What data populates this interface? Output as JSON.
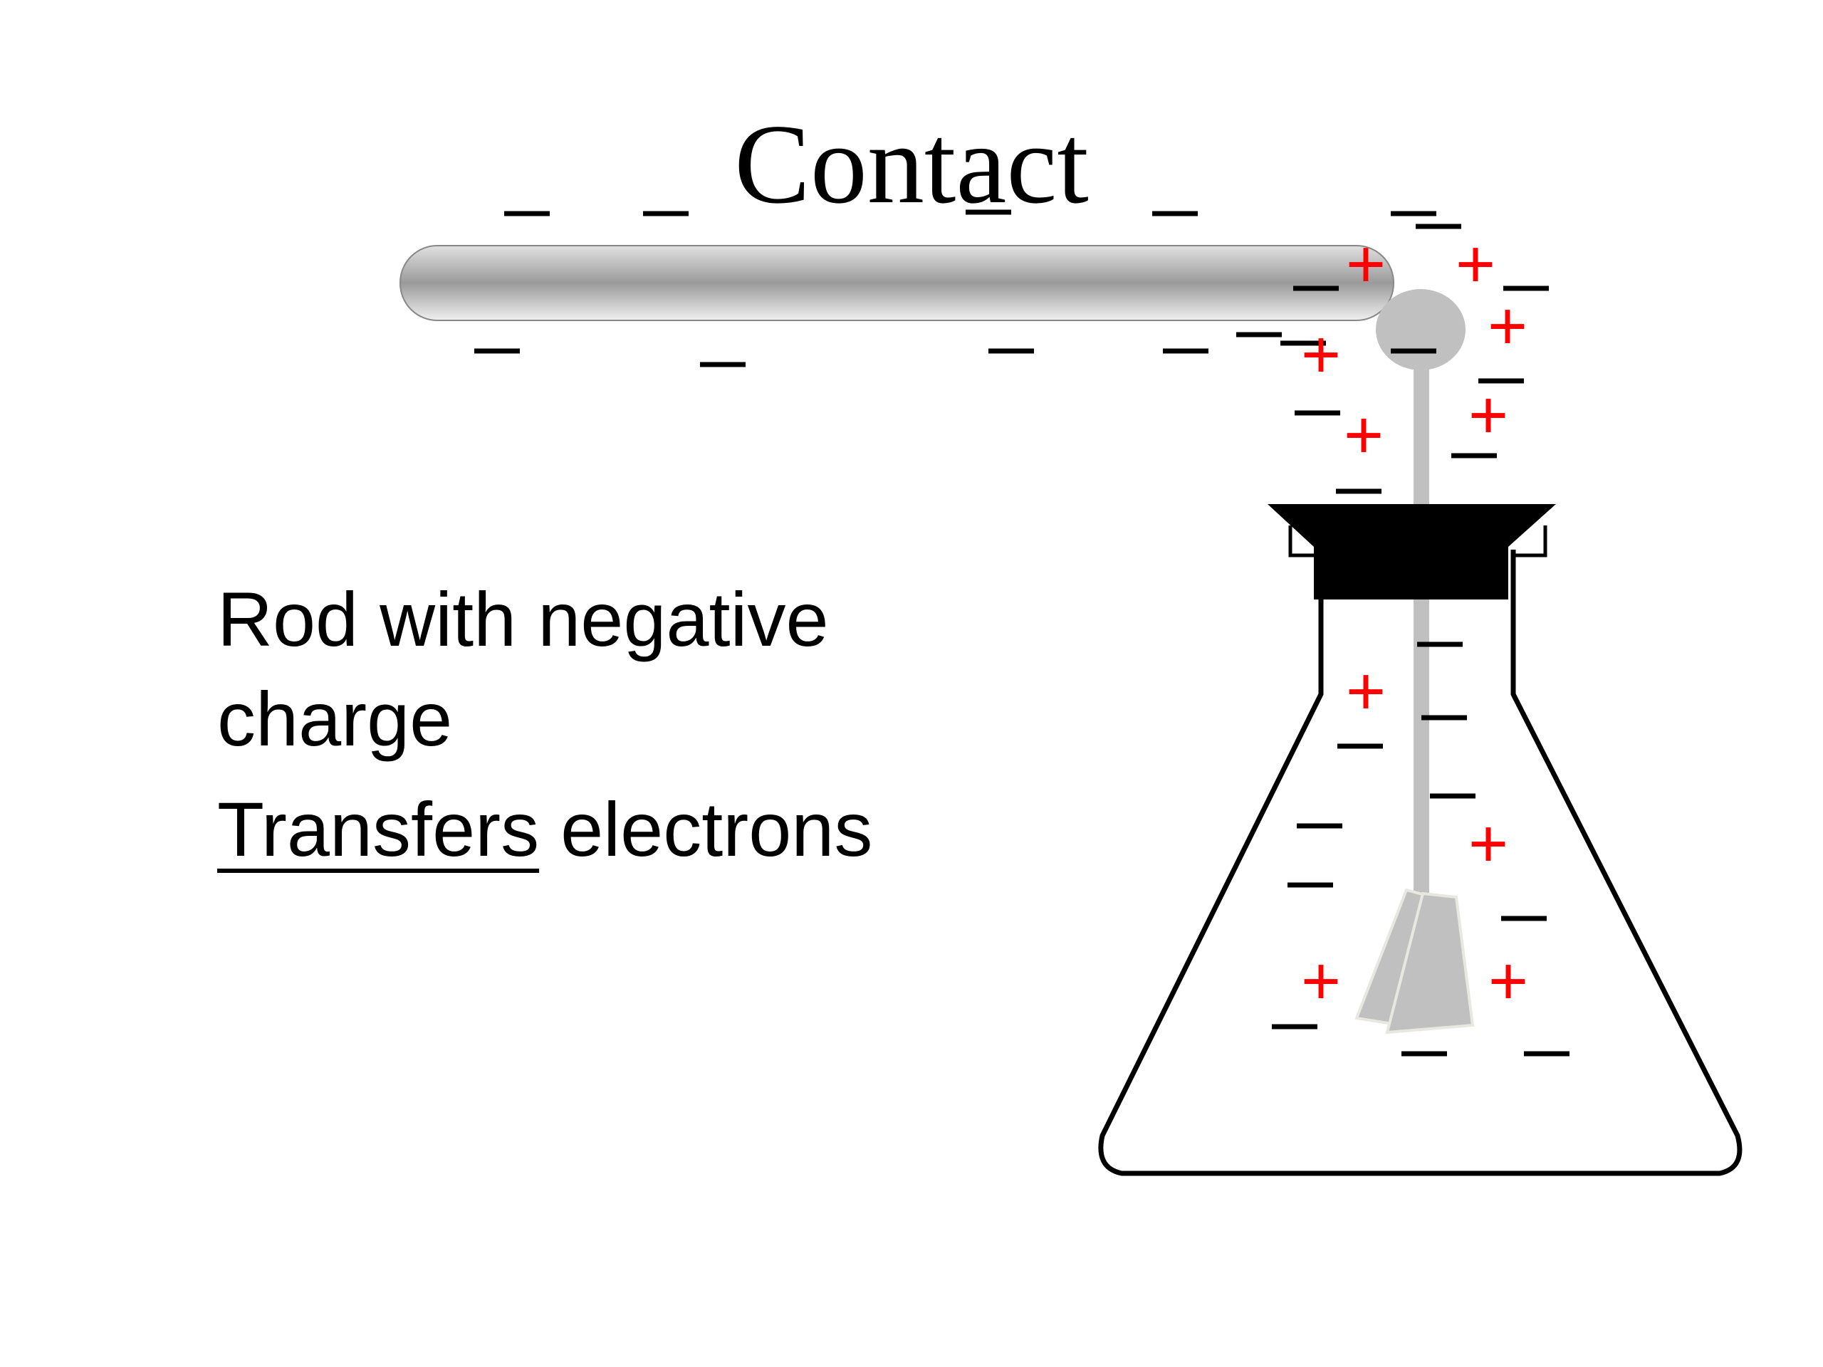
{
  "slide": {
    "title": "Contact",
    "description": {
      "line1": "Rod with negative",
      "line2": "charge",
      "transfer_word": "Transfers",
      "transfer_rest": " electrons"
    }
  },
  "colors": {
    "positive": "#ff0000",
    "negative": "#000000",
    "rod": "#a6a6a6",
    "electroscope_metal": "#c0c0c0",
    "stopper": "#000000"
  },
  "symbols": {
    "positive": "+",
    "negative": "—"
  }
}
